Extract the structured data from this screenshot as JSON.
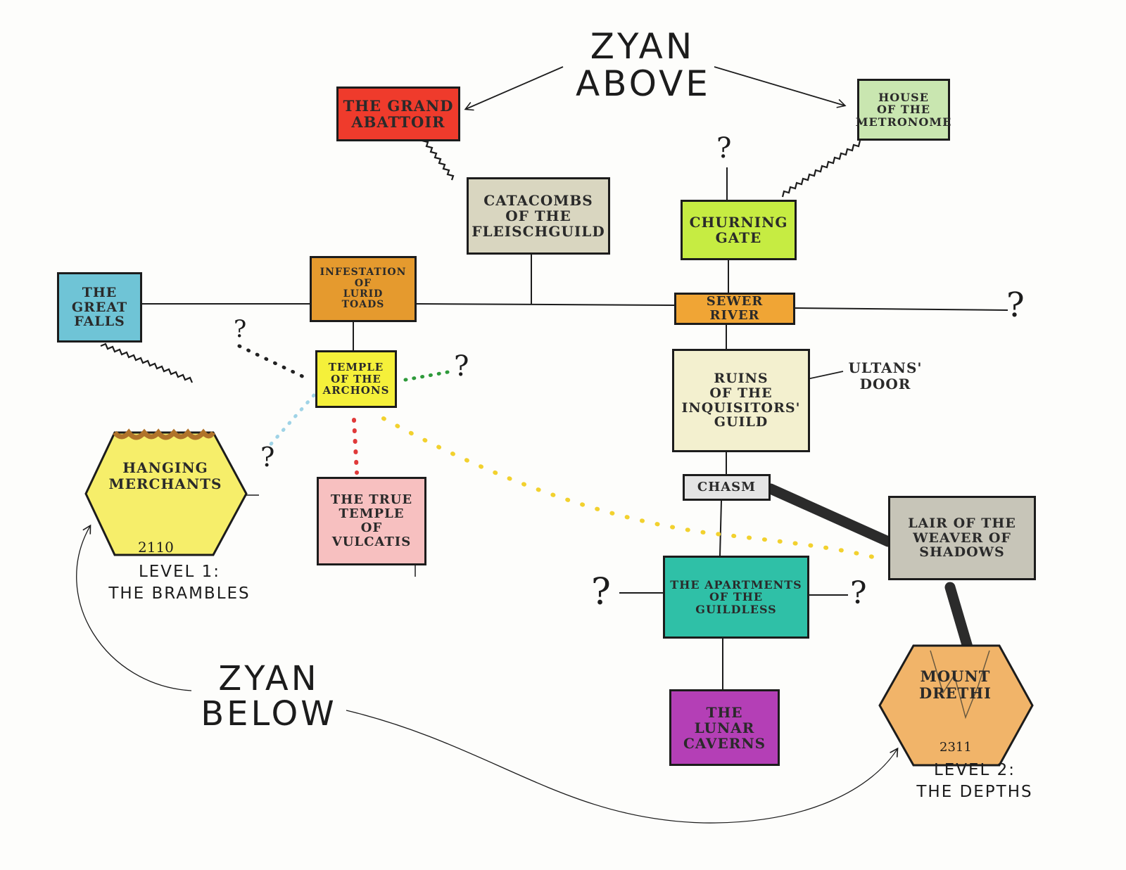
{
  "title_above": "ZYAN\nABOVE",
  "title_below": "ZYAN\nBELOW",
  "colors": {
    "grand_abattoir": "#ef3b2c",
    "house_metronome": "#c9e6b0",
    "catacombs": "#d9d6c0",
    "churning_gate": "#c6ec42",
    "great_falls": "#6fc4d6",
    "infestation": "#e59a2e",
    "sewer_river": "#f0a535",
    "temple_archons": "#f5f03a",
    "ruins": "#f3f0cf",
    "true_temple": "#f7c0c0",
    "hanging_merchants": "#f6ee6a",
    "chasm": "#e4e4e4",
    "lair": "#c7c5b8",
    "apartments": "#2fc0a7",
    "lunar": "#b43fb6",
    "mount_drethi": "#f1b469"
  },
  "nodes": {
    "grand_abattoir": "THE GRAND\nABATTOIR",
    "house_metronome": "HOUSE\nOF THE\nMETRONOME",
    "catacombs": "CATACOMBS\nOF THE\nFLEISCHGUILD",
    "churning_gate": "CHURNING\nGATE",
    "great_falls": "THE\nGREAT\nFALLS",
    "infestation": "INFESTATION\nOF\nLURID\nTOADS",
    "sewer_river": "SEWER RIVER",
    "temple_archons": "TEMPLE\nOF THE\nARCHONS",
    "ruins": "RUINS\nOF THE\nINQUISITORS'\nGUILD",
    "true_temple": "THE TRUE\nTEMPLE\nOF\nVULCATIS",
    "hanging_merchants": "HANGING\nMERCHANTS",
    "chasm": "CHASM",
    "lair": "LAIR OF THE\nWEAVER OF\nSHADOWS",
    "apartments": "THE APARTMENTS\nOF THE\nGUILDLESS",
    "lunar": "THE\nLUNAR\nCAVERNS",
    "mount_drethi": "MOUNT\nDRETHI"
  },
  "ultans_door": "ULTANS'\nDOOR",
  "hex_numbers": {
    "hanging_merchants": "2110",
    "mount_drethi": "2311"
  },
  "levels": {
    "level1": "LEVEL 1:\nTHE BRAMBLES",
    "level2": "LEVEL 2:\nTHE DEPTHS"
  },
  "question_mark": "?"
}
